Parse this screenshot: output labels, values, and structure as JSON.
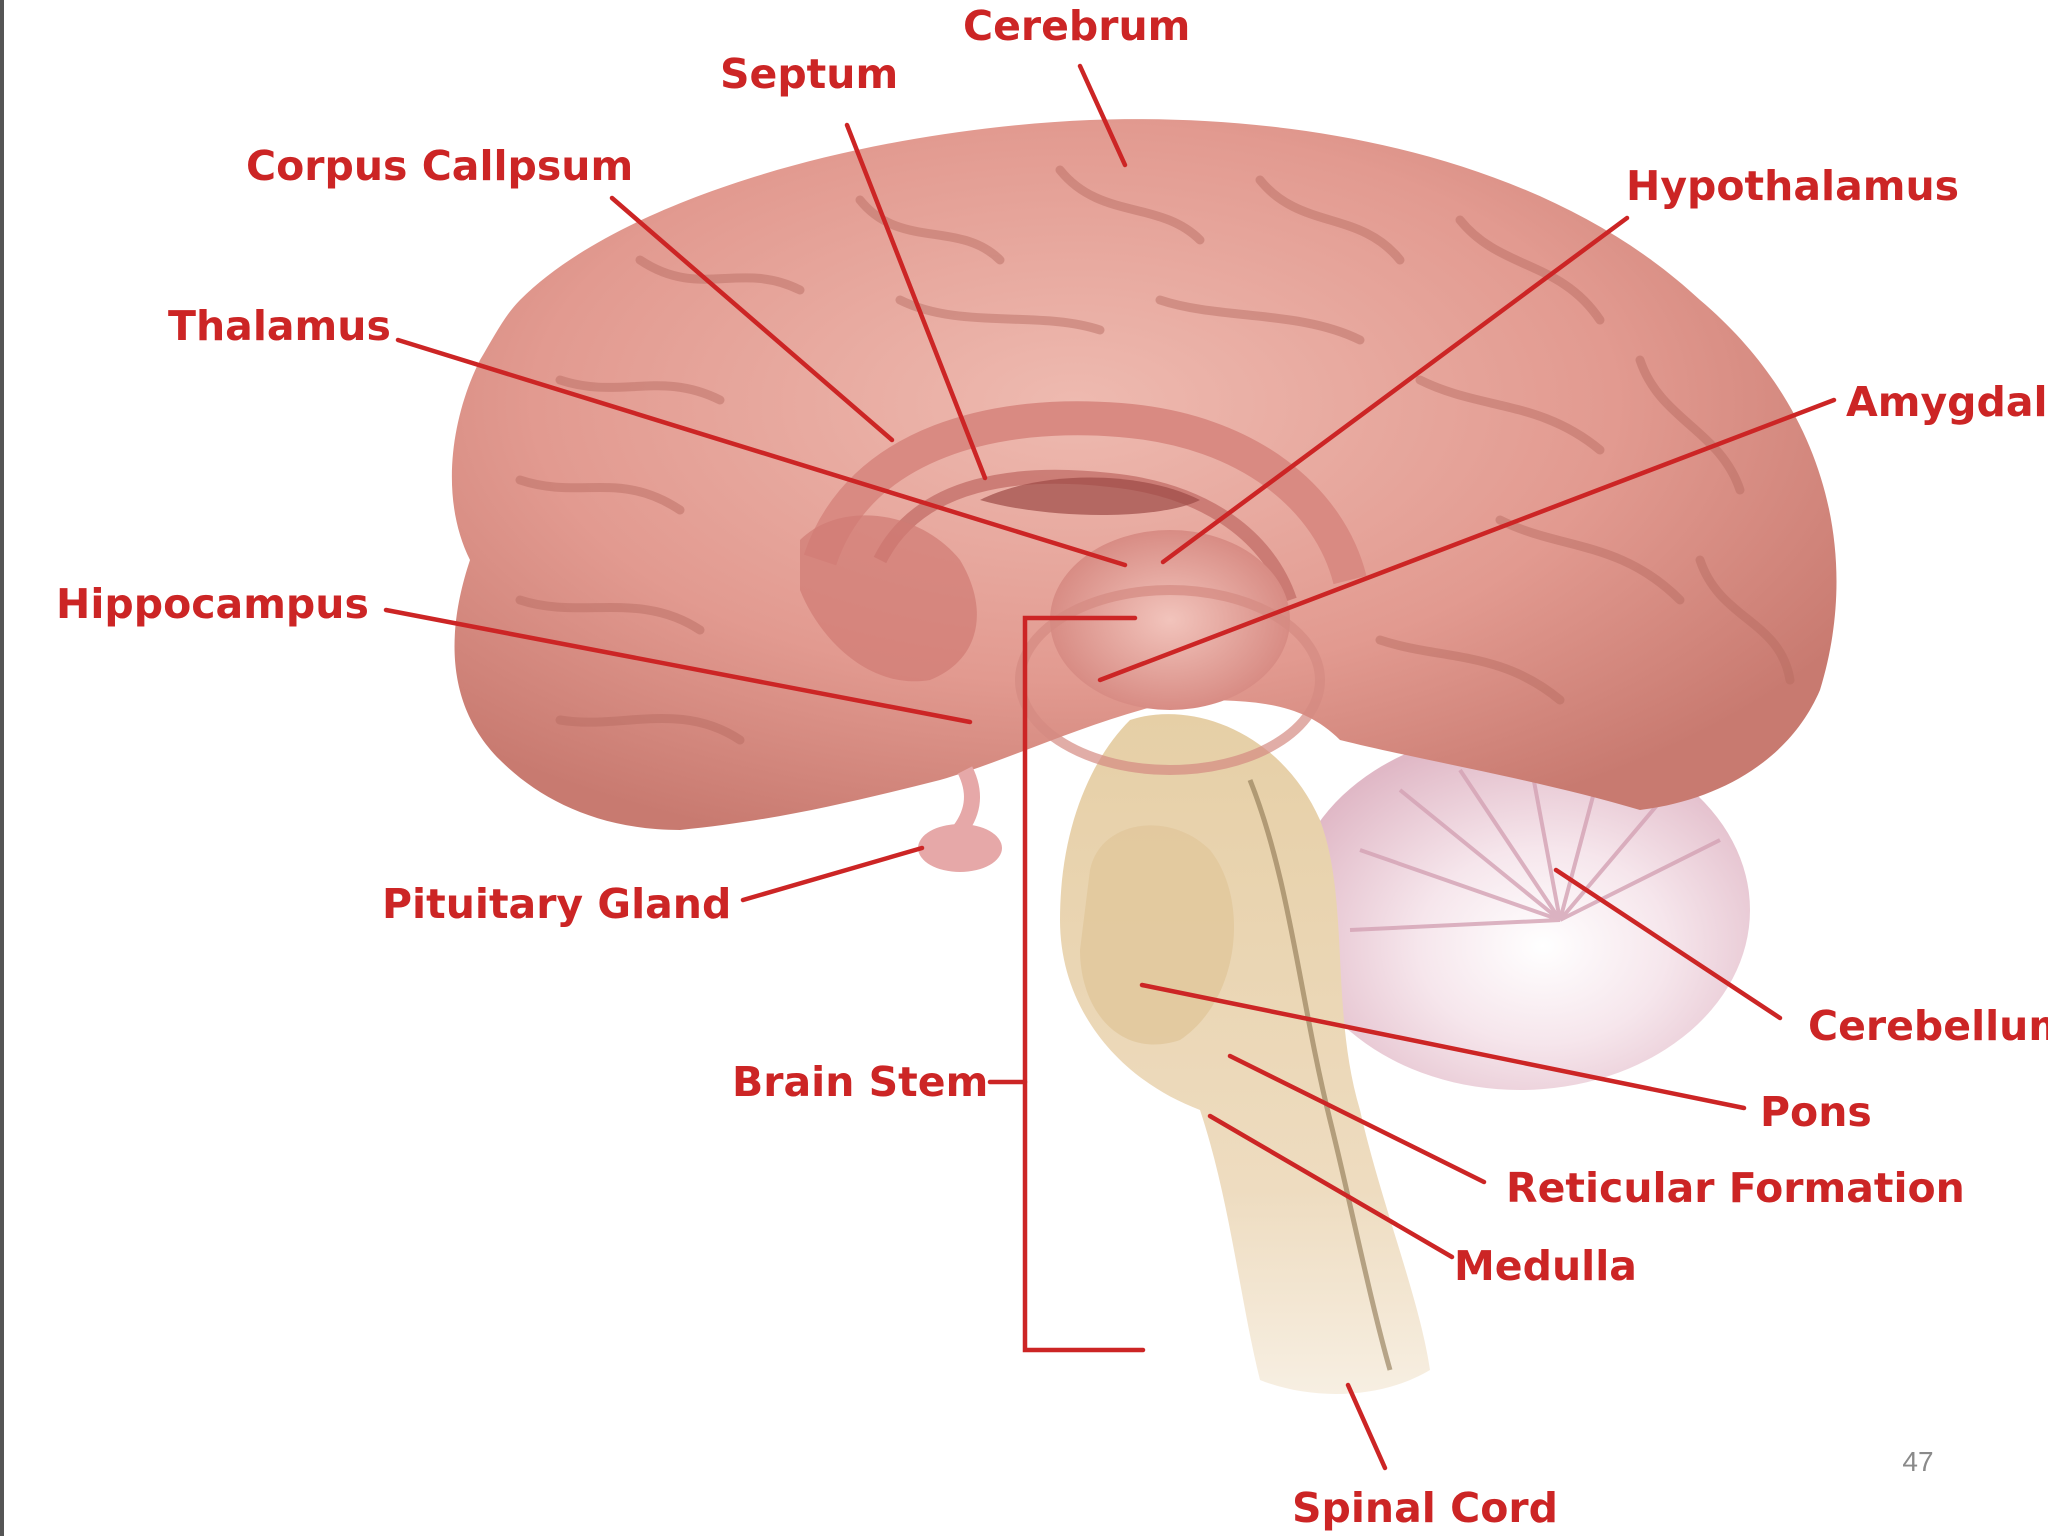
{
  "labels": {
    "cerebrum": "Cerebrum",
    "septum": "Septum",
    "corpus_callosum": "Corpus Callpsum",
    "hypothalamus": "Hypothalamus",
    "thalamus": "Thalamus",
    "amygdala": "Amygdala",
    "hippocampus": "Hippocampus",
    "pituitary_gland": "Pituitary Gland",
    "cerebellum": "Cerebellum",
    "brain_stem": "Brain Stem",
    "pons": "Pons",
    "reticular_formation": "Reticular Formation",
    "medulla": "Medulla",
    "spinal_cord": "Spinal Cord"
  },
  "page_number": "47",
  "colors": {
    "label": "#cc2525",
    "cerebrum": "#e4a096",
    "cerebrum_shadow": "#b86a60",
    "brainstem": "#e8d4ae",
    "cerebellum": "#f0d8e2",
    "pituitary": "#e6a8a8"
  }
}
